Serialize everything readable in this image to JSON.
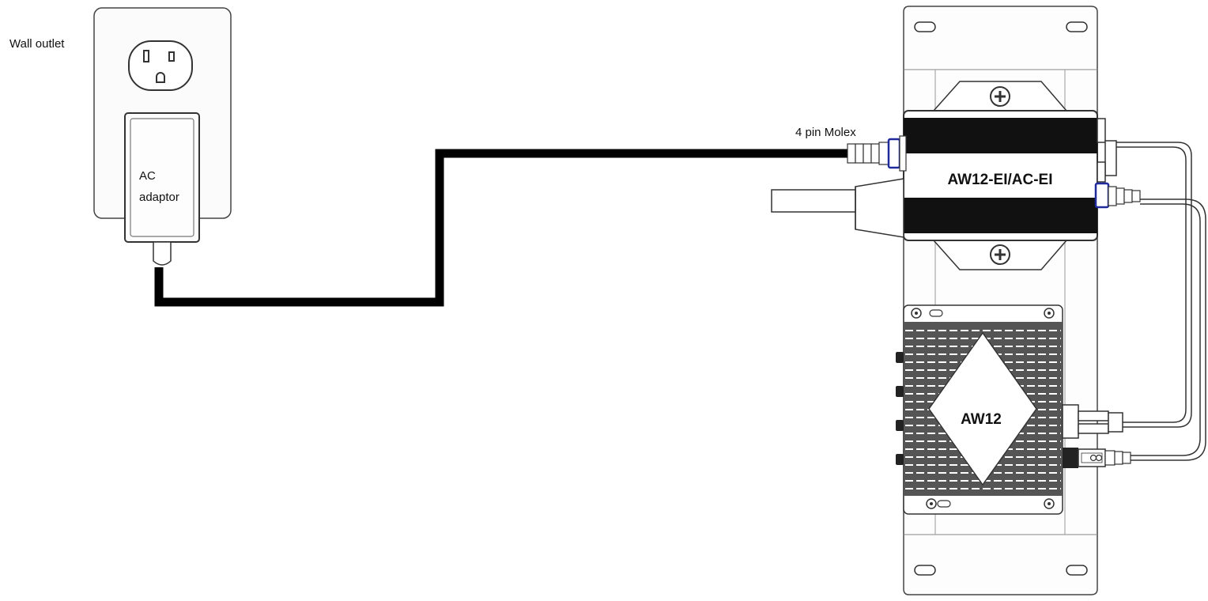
{
  "labels": {
    "wall_outlet": "Wall outlet",
    "ac_adaptor_line1": "AC",
    "ac_adaptor_line2": "adaptor",
    "molex": "4 pin Molex",
    "ei_unit": "AW12-EI/AC-EI",
    "aw12_unit": "AW12"
  },
  "icons": {
    "outlet": "electrical-outlet-icon",
    "adaptor": "power-adapter-icon",
    "screw": "screw-icon",
    "ce_mark": "ce-mark-icon"
  },
  "colors": {
    "line": "#333333",
    "cable": "#000000",
    "connector_accent": "#1f2a9c",
    "panel_bg": "#f7f7f7",
    "band": "#111111"
  }
}
